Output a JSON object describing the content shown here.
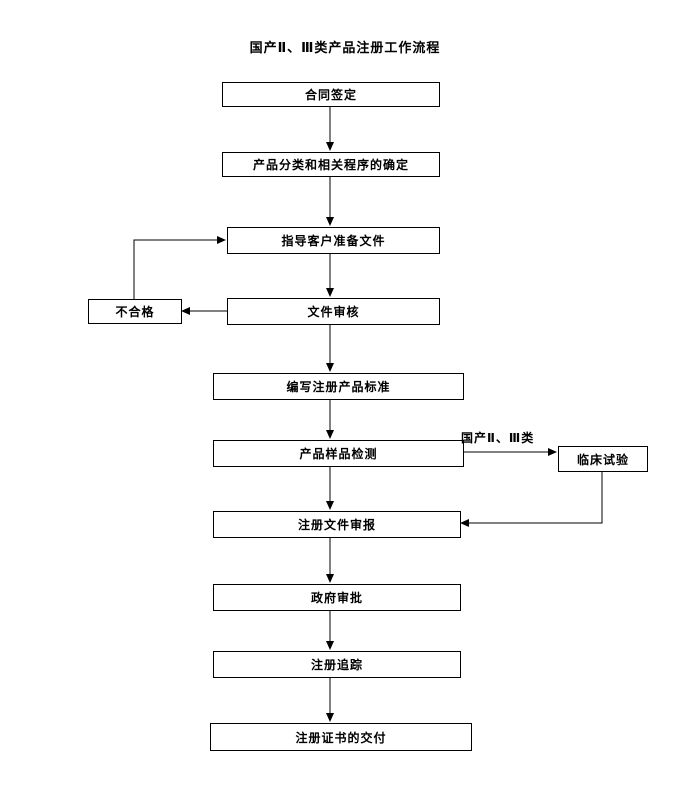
{
  "title": "国产Ⅱ、Ⅲ类产品注册工作流程",
  "nodes": {
    "contract": {
      "label": "合同签定"
    },
    "classification": {
      "label": "产品分类和相关程序的确定"
    },
    "guide": {
      "label": "指导客户准备文件"
    },
    "review": {
      "label": "文件审核"
    },
    "unqualified": {
      "label": "不合格"
    },
    "standards": {
      "label": "编写注册产品标准"
    },
    "sample": {
      "label": "产品样品检测"
    },
    "clinical": {
      "label": "临床试验"
    },
    "submission": {
      "label": "注册文件审报"
    },
    "government": {
      "label": "政府审批"
    },
    "tracking": {
      "label": "注册追踪"
    },
    "certificate": {
      "label": "注册证书的交付"
    }
  },
  "edge_labels": {
    "clinical_branch": "国产Ⅱ、Ⅲ类"
  },
  "colors": {
    "line": "#000000",
    "box_border": "#000000",
    "box_fill": "#ffffff",
    "background": "#ffffff",
    "text": "#000000"
  }
}
